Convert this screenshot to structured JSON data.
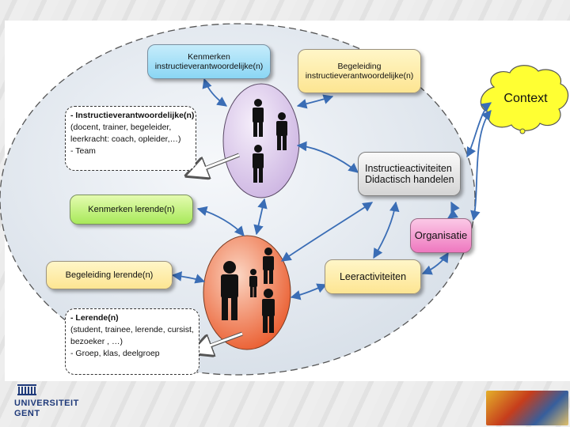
{
  "boxes": {
    "kenmerken_instr": {
      "line1": "Kenmerken",
      "line2": "instructieverantwoordelijke(n)"
    },
    "begeleiding_instr": {
      "line1": "Begeleiding",
      "line2": "instructieverantwoordelijke(n)"
    },
    "context": "Context",
    "instr_list": {
      "l1": "- Instructieverantwoordelijke(n)",
      "l2": "(docent, trainer, begeleider,",
      "l3": " leerkracht: coach, opleider,…)",
      "l4": "- Team"
    },
    "instructieactiviteiten": {
      "line1": "Instructieactiviteiten",
      "line2": "Didactisch handelen"
    },
    "kenmerken_lerende": "Kenmerken lerende(n)",
    "organisatie": "Organisatie",
    "begeleiding_lerende": "Begeleiding lerende(n)",
    "leeractiviteiten": "Leeractiviteiten",
    "lerende_list": {
      "l1": "- Lerende(n)",
      "l2": "(student, trainee, lerende, cursist,",
      "l3": " bezoeker , …)",
      "l4": "- Groep, klas, deelgroep"
    }
  },
  "footer": {
    "university_line1": "UNIVERSITEIT",
    "university_line2": "GENT"
  },
  "colors": {
    "arrow": "#3a6db5",
    "context_fill": "#ffff33",
    "top_oval": "#e4d6f0",
    "bottom_oval": "#f0764a"
  }
}
